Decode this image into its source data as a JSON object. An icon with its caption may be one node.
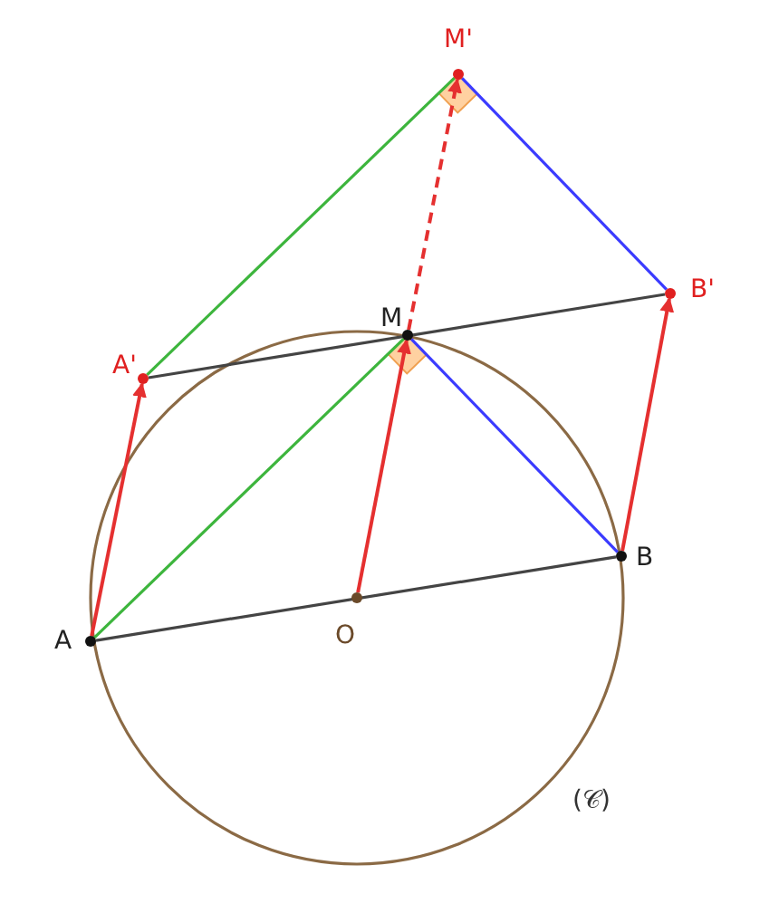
{
  "diagram": {
    "nodes": [
      {
        "text": [],
        "shape": "circle"
      },
      {
        "text": [],
        "shape": "circle"
      },
      {
        "text": [],
        "shape": "circle"
      },
      {
        "text": [],
        "shape": "circle"
      },
      {
        "text": [],
        "shape": "circle"
      },
      {
        "text": [],
        "shape": "circle"
      },
      {
        "text": [],
        "shape": "circle"
      }
    ],
    "edges": [
      {
        "from": 0,
        "to": 5,
        "arrow": "none",
        "color": "#444444"
      },
      {
        "from": 0,
        "to": 3,
        "arrow": "none",
        "color": "#3db53d"
      },
      {
        "from": 3,
        "to": 5,
        "arrow": "none",
        "color": "#3b3bff"
      },
      {
        "from": 1,
        "to": 4,
        "arrow": "none",
        "color": "#3db53d"
      },
      {
        "from": 4,
        "to": 6,
        "arrow": "none",
        "color": "#3b3bff"
      },
      {
        "from": 1,
        "to": 6,
        "arrow": "none",
        "color": "#444444"
      },
      {
        "from": 0,
        "to": 1,
        "arrow": "to"
      },
      {
        "from": 5,
        "to": 6,
        "arrow": "to"
      },
      {
        "from": 2,
        "to": 3,
        "arrow": "to"
      },
      {
        "from": 3,
        "to": 4,
        "arrow": "to",
        "style": "dashed"
      }
    ],
    "labels": [
      "M'",
      "M",
      "A'",
      "B'",
      "B",
      "A",
      "O",
      "(𝒞)"
    ]
  }
}
